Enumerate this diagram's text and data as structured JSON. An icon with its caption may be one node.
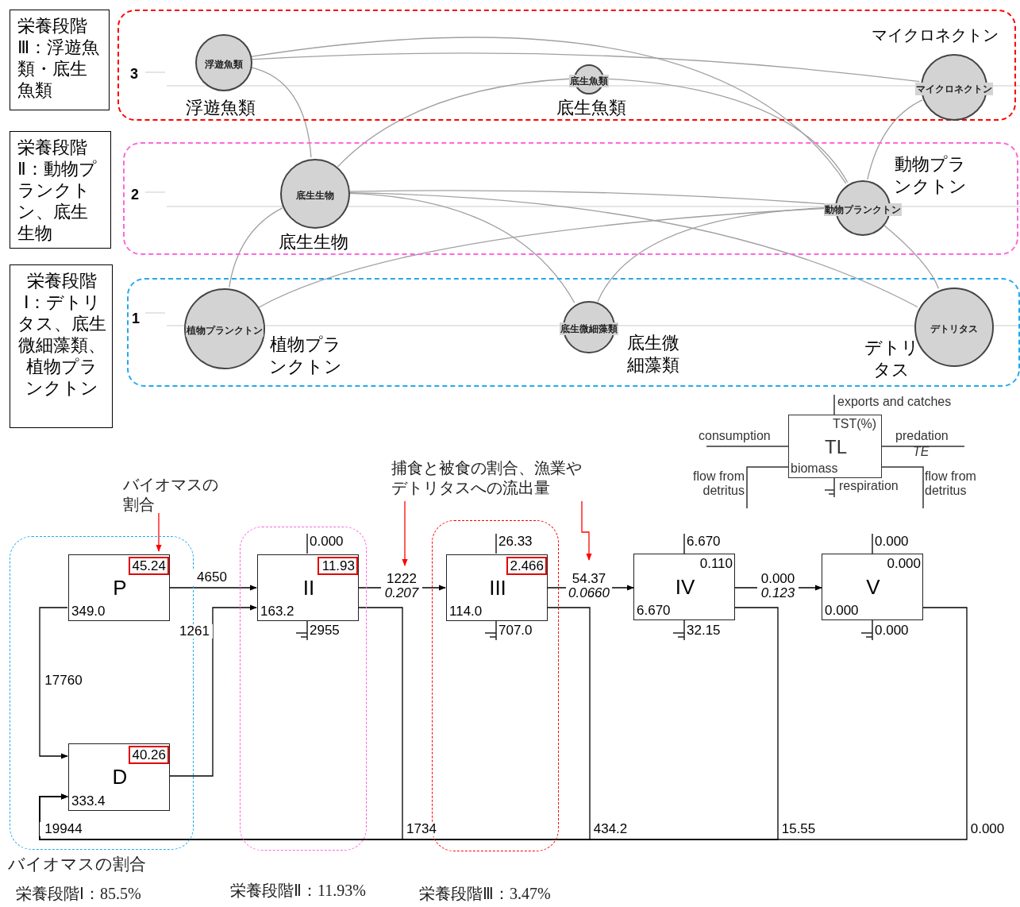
{
  "diagram": {
    "nodes": [
      {
        "text": [
          "栄養段階Ⅲ：浮遊魚類・底生魚類"
        ]
      },
      {
        "text": [
          "3"
        ]
      },
      {
        "text": [
          "浮遊魚類"
        ],
        "in": 1,
        "beside": [
          "浮遊魚類"
        ]
      },
      {
        "text": [
          "底生魚類"
        ],
        "in": 1,
        "beside": [
          "底生魚類"
        ]
      },
      {
        "text": [
          "マイクロネクトン"
        ],
        "in": 1,
        "beside": [
          "マイクロネクトン"
        ]
      },
      {
        "text": [
          "栄養段階Ⅱ：動物プランクトン、底生生物"
        ]
      },
      {
        "text": [
          "2"
        ]
      },
      {
        "text": [
          "底生生物"
        ],
        "in": 6,
        "beside": [
          "底生生物"
        ]
      },
      {
        "text": [
          "動物プランクトン"
        ],
        "in": 6,
        "beside": [
          "動物プランクトン"
        ]
      },
      {
        "text": [
          "栄養段階Ⅰ：デトリタス、底生微細藻類、植物プランクトン"
        ]
      },
      {
        "text": [
          "1"
        ]
      },
      {
        "text": [
          "植物プランクトン"
        ],
        "in": 10,
        "beside": [
          "植物プランクトン"
        ]
      },
      {
        "text": [
          "底生微細藻類"
        ],
        "in": 10,
        "beside": [
          "底生微細藻類"
        ]
      },
      {
        "text": [
          "デトリタス"
        ],
        "in": 10,
        "beside": [
          "デトリタス"
        ]
      },
      {
        "text": [
          "TST(%)",
          "TL",
          "biomass"
        ],
        "beside": [
          "exports and catches",
          "consumption",
          "predation",
          "TE",
          "flow from detritus",
          "respiration",
          "flow from detritus"
        ]
      },
      {
        "text": [
          "捕食と被食の割合、漁業やデトリタスへの流出量"
        ]
      },
      {
        "text": [
          "バイオマスの割合"
        ]
      },
      {
        "text": [],
        "shape": "box",
        "beside": [
          "栄養段階Ⅰ：85.5%"
        ]
      },
      {
        "text": [
          "P",
          "45.24",
          "349.0"
        ],
        "in": 17
      },
      {
        "text": [
          "D",
          "40.26",
          "333.4"
        ],
        "in": 17
      },
      {
        "text": [],
        "shape": "box",
        "beside": [
          "栄養段階Ⅱ：11.93%"
        ]
      },
      {
        "text": [
          "II",
          "11.93",
          "163.2"
        ],
        "in": 20,
        "beside": [
          "0.000",
          "2955"
        ]
      },
      {
        "text": [],
        "shape": "box",
        "beside": [
          "栄養段階Ⅲ：3.47%"
        ]
      },
      {
        "text": [
          "III",
          "2.466",
          "114.0"
        ],
        "in": 22,
        "beside": [
          "26.33",
          "707.0"
        ]
      },
      {
        "text": [
          "IV",
          "0.110",
          "6.670"
        ],
        "beside": [
          "6.670",
          "32.15"
        ]
      },
      {
        "text": [
          "V",
          "0.000",
          "0.000"
        ],
        "beside": [
          "0.000",
          "0.000"
        ]
      }
    ],
    "edges": [
      {
        "from": 2,
        "to": 4,
        "arrow": "none"
      },
      {
        "from": 2,
        "to": 8,
        "arrow": "none"
      },
      {
        "from": 2,
        "to": 7,
        "arrow": "none"
      },
      {
        "from": 7,
        "to": 3,
        "arrow": "none"
      },
      {
        "from": 3,
        "to": 8,
        "arrow": "none"
      },
      {
        "from": 4,
        "to": 8,
        "arrow": "none"
      },
      {
        "from": 7,
        "to": 8,
        "arrow": "none"
      },
      {
        "from": 7,
        "to": 13,
        "arrow": "none"
      },
      {
        "from": 7,
        "to": 12,
        "arrow": "none"
      },
      {
        "from": 11,
        "to": 7,
        "arrow": "none"
      },
      {
        "from": 11,
        "to": 8,
        "arrow": "none"
      },
      {
        "from": 12,
        "to": 8,
        "arrow": "none"
      },
      {
        "from": 8,
        "to": 13,
        "arrow": "none"
      },
      {
        "from": 18,
        "to": 21,
        "arrow": "to",
        "label": "4650",
        "color": "#000000"
      },
      {
        "from": 19,
        "to": 21,
        "arrow": "to",
        "label": "1261",
        "color": "#000000"
      },
      {
        "from": 18,
        "to": 19,
        "arrow": "to",
        "label": "17760",
        "color": "#000000"
      },
      {
        "from": 21,
        "to": 23,
        "arrow": "to",
        "label": "1222 *0.207*",
        "color": "#000000"
      },
      {
        "from": 23,
        "to": 24,
        "arrow": "to",
        "label": "54.37 *0.0660*",
        "color": "#000000"
      },
      {
        "from": 24,
        "to": 25,
        "arrow": "to",
        "label": "0.000 *0.123*",
        "color": "#000000"
      },
      {
        "from": 21,
        "to": 19,
        "arrow": "to",
        "label": "1734",
        "color": "#000000"
      },
      {
        "from": 23,
        "to": 19,
        "arrow": "to",
        "label": "434.2",
        "color": "#000000"
      },
      {
        "from": 24,
        "to": 19,
        "arrow": "to",
        "label": "15.55",
        "color": "#000000"
      },
      {
        "from": 25,
        "to": 19,
        "arrow": "to",
        "label": "0.000",
        "color": "#000000"
      },
      {
        "from": 16,
        "to": 18,
        "arrow": "to",
        "color": "#ff0000"
      },
      {
        "from": 15,
        "to": null,
        "arrow": "to",
        "color": "#ff0000"
      },
      {
        "from": 15,
        "to": null,
        "arrow": "to",
        "color": "#ff0000"
      }
    ],
    "labels": [
      "19944",
      "バイオマスの割合"
    ]
  }
}
